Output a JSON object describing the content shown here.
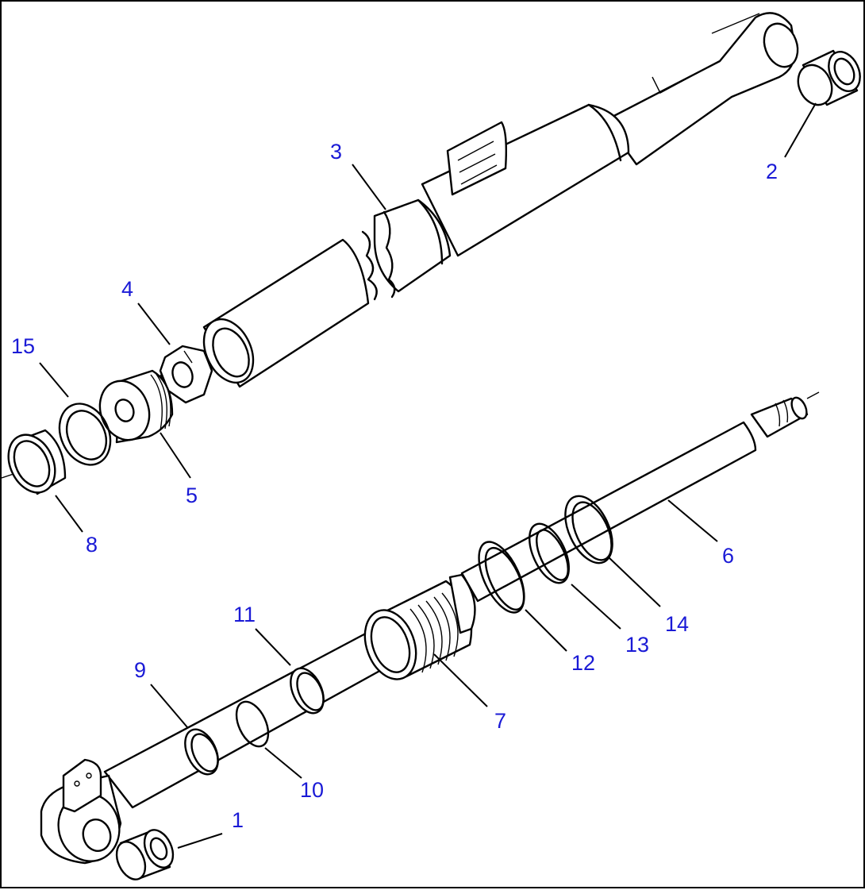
{
  "accent_color": "#1a1ad6",
  "callouts": [
    {
      "id": "1",
      "label": "1"
    },
    {
      "id": "2",
      "label": "2"
    },
    {
      "id": "3",
      "label": "3"
    },
    {
      "id": "4",
      "label": "4"
    },
    {
      "id": "5",
      "label": "5"
    },
    {
      "id": "6",
      "label": "6"
    },
    {
      "id": "7",
      "label": "7"
    },
    {
      "id": "8",
      "label": "8"
    },
    {
      "id": "9",
      "label": "9"
    },
    {
      "id": "10",
      "label": "10"
    },
    {
      "id": "11",
      "label": "11"
    },
    {
      "id": "12",
      "label": "12"
    },
    {
      "id": "13",
      "label": "13"
    },
    {
      "id": "14",
      "label": "14"
    },
    {
      "id": "15",
      "label": "15"
    }
  ]
}
